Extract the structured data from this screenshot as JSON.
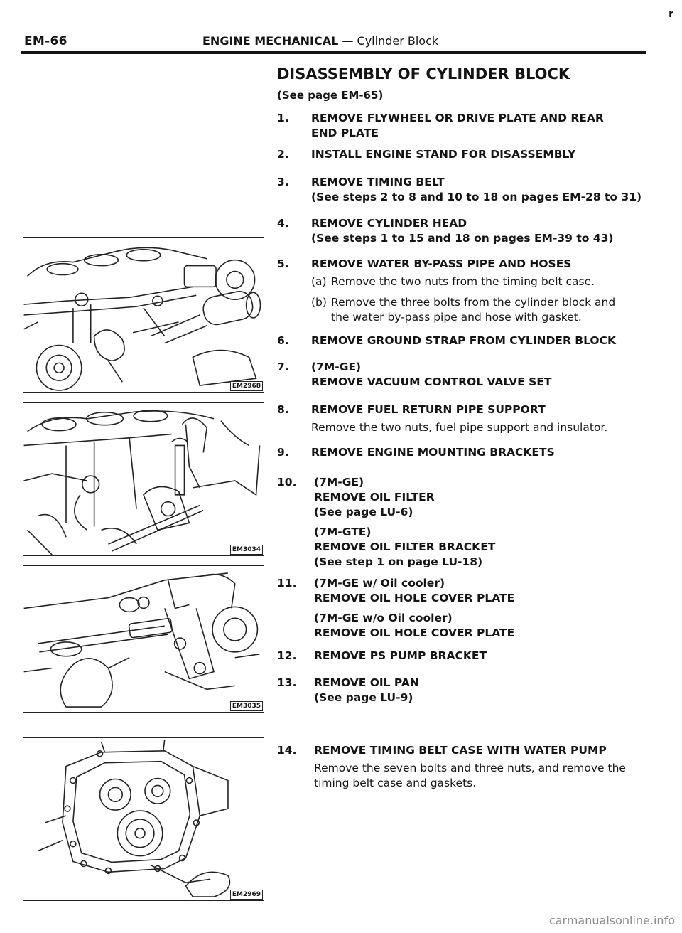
{
  "header": {
    "page_number": "EM-66",
    "section": "ENGINE MECHANICAL",
    "dash": "—",
    "subsection": "Cylinder Block"
  },
  "main": {
    "title": "DISASSEMBLY OF CYLINDER BLOCK",
    "ref": "(See page EM-65)",
    "steps": [
      {
        "num": "1.",
        "lines": [
          "REMOVE FLYWHEEL OR DRIVE PLATE AND REAR",
          "END PLATE"
        ]
      },
      {
        "num": "2.",
        "lines": [
          "INSTALL ENGINE STAND FOR DISASSEMBLY"
        ]
      },
      {
        "num": "3.",
        "lines": [
          "REMOVE TIMING BELT",
          "(See steps 2 to 8 and 10 to 18 on pages EM-28 to 31)"
        ]
      },
      {
        "num": "4.",
        "lines": [
          "REMOVE CYLINDER HEAD",
          "(See steps 1 to 15 and 18 on pages EM-39 to 43)"
        ]
      },
      {
        "num": "5.",
        "lines": [
          "REMOVE WATER BY-PASS PIPE AND HOSES"
        ],
        "subs": [
          {
            "label": "(a)",
            "lines": [
              "Remove the two nuts from the timing belt case."
            ]
          },
          {
            "label": "(b)",
            "lines": [
              "Remove the three bolts from the cylinder block and",
              "the water by-pass pipe and hose with gasket."
            ]
          }
        ]
      },
      {
        "num": "6.",
        "lines": [
          "REMOVE GROUND STRAP FROM CYLINDER BLOCK"
        ]
      },
      {
        "num": "7.",
        "lines": [
          "(7M-GE)",
          "REMOVE VACUUM CONTROL VALVE SET"
        ]
      },
      {
        "num": "8.",
        "lines": [
          "REMOVE FUEL RETURN PIPE SUPPORT"
        ],
        "text": [
          "Remove the two nuts, fuel pipe support and insulator."
        ]
      },
      {
        "num": "9.",
        "lines": [
          "REMOVE ENGINE MOUNTING BRACKETS"
        ]
      },
      {
        "num": "10.",
        "lines": [
          "(7M-GE)",
          "REMOVE OIL FILTER",
          "(See page LU-6)"
        ],
        "lines2": [
          "(7M-GTE)",
          "REMOVE OIL FILTER BRACKET",
          "(See step 1 on page LU-18)"
        ]
      },
      {
        "num": "11.",
        "lines": [
          "(7M-GE w/ Oil cooler)",
          "REMOVE OIL HOLE COVER PLATE"
        ],
        "lines2": [
          "(7M-GE w/o Oil cooler)",
          "REMOVE OIL HOLE COVER PLATE"
        ]
      },
      {
        "num": "12.",
        "lines": [
          "REMOVE PS PUMP BRACKET"
        ]
      },
      {
        "num": "13.",
        "lines": [
          "REMOVE OIL PAN",
          "(See page LU-9)"
        ]
      },
      {
        "num": "14.",
        "lines": [
          "REMOVE TIMING BELT CASE WITH WATER PUMP"
        ],
        "text": [
          "Remove the seven bolts and three nuts, and remove the",
          "timing belt case and gaskets."
        ]
      }
    ]
  },
  "figures": [
    {
      "code": "EM2968"
    },
    {
      "code": "EM3034"
    },
    {
      "code": "EM3035"
    },
    {
      "code": "EM2969"
    }
  ],
  "watermark": "carmanualsonline.info",
  "corner_mark": "r"
}
